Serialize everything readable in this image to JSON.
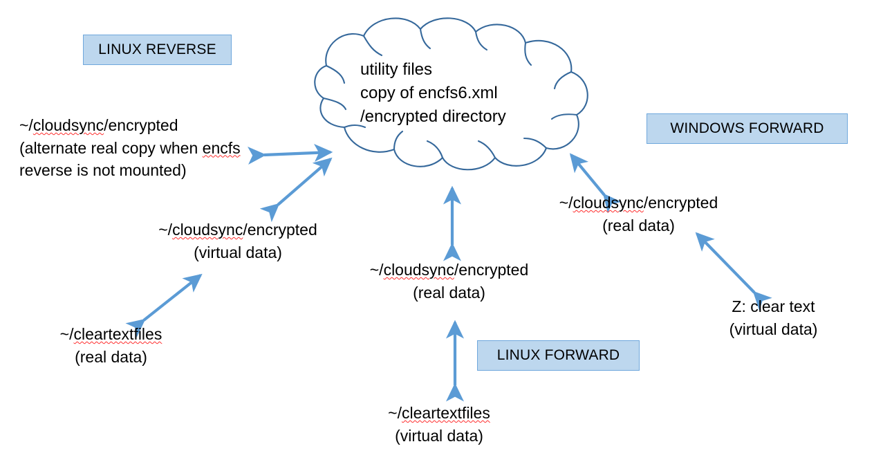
{
  "diagram": {
    "title": "EncFS cloudsync topology",
    "colors": {
      "badge_fill": "#bdd7ee",
      "badge_border": "#6ea7dc",
      "cloud_stroke": "#35689b",
      "arrow": "#5b9bd5",
      "spellcheck_underline": "#ff2d2d",
      "text": "#000000",
      "background": "#ffffff"
    },
    "cloud": {
      "name": "cloud-storage",
      "lines": [
        "utility files",
        "copy of encfs6.xml",
        "/encrypted directory"
      ]
    },
    "badges": [
      {
        "id": "linux-reverse",
        "label": "LINUX REVERSE"
      },
      {
        "id": "windows-forward",
        "label": "WINDOWS FORWARD"
      },
      {
        "id": "linux-forward",
        "label": "LINUX FORWARD"
      }
    ],
    "labels": {
      "alt_real_copy": {
        "line1_pre": "~/",
        "line1_mis": "cloudsync",
        "line1_post": "/encrypted",
        "line2_pre": "(alternate real copy when ",
        "line2_mis": "encfs",
        "line2_post": "",
        "line3": "reverse is not mounted)"
      },
      "left_virtual": {
        "line1_pre": "~/",
        "line1_mis": "cloudsync",
        "line1_post": "/encrypted",
        "line2": "(virtual data)"
      },
      "cleartext_real": {
        "line1_pre": "~/",
        "line1_mis": "cleartextfiles",
        "line2": "(real data)"
      },
      "center_real": {
        "line1_pre": "~/",
        "line1_mis": "cloudsync",
        "line1_post": "/encrypted",
        "line2": "(real data)"
      },
      "cleartext_virtual": {
        "line1_pre": "~/",
        "line1_mis": "cleartextfiles",
        "line2": "(virtual data)"
      },
      "right_real": {
        "line1_pre": "~/",
        "line1_mis": "cloudsync",
        "line1_post": "/encrypted",
        "line2": "(real data)"
      },
      "z_clear_text": {
        "line1": "Z: clear text",
        "line2": "(virtual data)"
      }
    },
    "arrows": [
      {
        "id": "alt-copy-to-cloud",
        "kind": "double-headed"
      },
      {
        "id": "left-virtual-to-cloud",
        "kind": "double-headed"
      },
      {
        "id": "cleartext-to-left-virtual",
        "kind": "double-headed"
      },
      {
        "id": "center-real-to-cloud",
        "kind": "double-headed"
      },
      {
        "id": "cleartext-virtual-to-center-real",
        "kind": "double-headed"
      },
      {
        "id": "right-real-to-cloud",
        "kind": "double-headed"
      },
      {
        "id": "z-drive-to-right-real",
        "kind": "double-headed"
      }
    ]
  }
}
